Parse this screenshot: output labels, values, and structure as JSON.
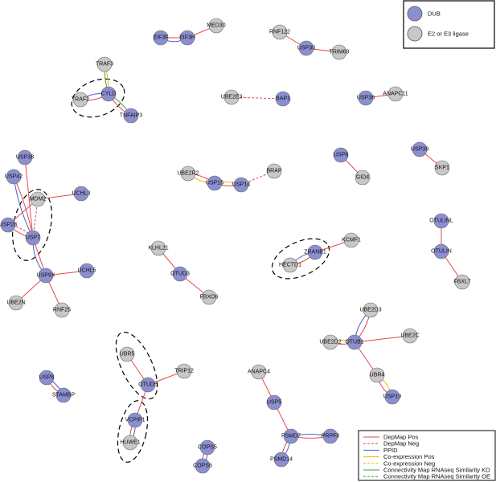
{
  "colors": {
    "dub": "#8b8fd1",
    "e2e3": "#c8c8c8",
    "depmap_pos": "#e24a4a",
    "depmap_neg": "#e24a4a",
    "ppid": "#4a5fc7",
    "coexp_pos": "#f0b400",
    "coexp_neg": "#f0b400",
    "cmap_kd": "#3aa33a",
    "cmap_oe": "#3aa33a"
  },
  "legend_types": {
    "title_dub": "DUB",
    "title_e2e3": "E2 or E3 ligase"
  },
  "legend_edges": [
    {
      "key": "depmap_pos",
      "label": "DepMap Pos",
      "dashed": false
    },
    {
      "key": "depmap_neg",
      "label": "DepMap Neg",
      "dashed": true
    },
    {
      "key": "ppid",
      "label": "PPID",
      "dashed": false
    },
    {
      "key": "coexp_pos",
      "label": "Co-expression Pos",
      "dashed": false
    },
    {
      "key": "coexp_neg",
      "label": "Co-expression Neg",
      "dashed": true
    },
    {
      "key": "cmap_kd",
      "label": "Connectivity Map RNAseq Similarity KD",
      "dashed": false
    },
    {
      "key": "cmap_oe",
      "label": "Connectivity Map RNAseq Similarity OE",
      "dashed": true
    }
  ],
  "nodes": [
    {
      "id": "MED30",
      "type": "e2e3"
    },
    {
      "id": "EIF3F",
      "type": "dub"
    },
    {
      "id": "EIF3H",
      "type": "dub"
    },
    {
      "id": "RNF122",
      "type": "e2e3"
    },
    {
      "id": "USP30",
      "type": "dub"
    },
    {
      "id": "TRIM69",
      "type": "e2e3"
    },
    {
      "id": "TRAF3",
      "type": "e2e3"
    },
    {
      "id": "CYLD",
      "type": "dub"
    },
    {
      "id": "TRAF2",
      "type": "e2e3"
    },
    {
      "id": "TNFAIP3",
      "type": "dub"
    },
    {
      "id": "UBE2E3",
      "type": "e2e3"
    },
    {
      "id": "BAP1",
      "type": "dub"
    },
    {
      "id": "ANAPC11",
      "type": "e2e3"
    },
    {
      "id": "USP36",
      "type": "dub"
    },
    {
      "id": "USP38",
      "type": "dub"
    },
    {
      "id": "USP42",
      "type": "dub"
    },
    {
      "id": "MDM2",
      "type": "e2e3"
    },
    {
      "id": "UCHL3",
      "type": "dub"
    },
    {
      "id": "USP28",
      "type": "dub"
    },
    {
      "id": "USP7",
      "type": "dub"
    },
    {
      "id": "USP9X",
      "type": "dub"
    },
    {
      "id": "UCHL5",
      "type": "dub"
    },
    {
      "id": "UBE2N",
      "type": "e2e3"
    },
    {
      "id": "RNF25",
      "type": "e2e3"
    },
    {
      "id": "USP8",
      "type": "dub"
    },
    {
      "id": "GID4",
      "type": "e2e3"
    },
    {
      "id": "USP39",
      "type": "dub"
    },
    {
      "id": "SKP1",
      "type": "e2e3"
    },
    {
      "id": "UBE2R2",
      "type": "e2e3"
    },
    {
      "id": "USP15",
      "type": "dub"
    },
    {
      "id": "USP14",
      "type": "dub"
    },
    {
      "id": "BRAP",
      "type": "e2e3"
    },
    {
      "id": "KCMF1",
      "type": "e2e3"
    },
    {
      "id": "ZRANB1",
      "type": "dub"
    },
    {
      "id": "HECTD1",
      "type": "e2e3"
    },
    {
      "id": "OTULINL",
      "type": "dub"
    },
    {
      "id": "OTULIN",
      "type": "dub"
    },
    {
      "id": "FBXL7",
      "type": "e2e3"
    },
    {
      "id": "KLHL21",
      "type": "e2e3"
    },
    {
      "id": "OTUD3",
      "type": "dub"
    },
    {
      "id": "FBXO6",
      "type": "e2e3"
    },
    {
      "id": "UBE2D3",
      "type": "e2e3"
    },
    {
      "id": "UBE2D2",
      "type": "e2e3"
    },
    {
      "id": "OTUB1",
      "type": "dub"
    },
    {
      "id": "UBE2C",
      "type": "e2e3"
    },
    {
      "id": "UBR4",
      "type": "e2e3"
    },
    {
      "id": "USP19",
      "type": "dub"
    },
    {
      "id": "UBR5",
      "type": "e2e3"
    },
    {
      "id": "OTUD5",
      "type": "dub"
    },
    {
      "id": "TRIP12",
      "type": "e2e3"
    },
    {
      "id": "USP8b",
      "label": "USP8",
      "type": "dub"
    },
    {
      "id": "STAMBP",
      "type": "dub"
    },
    {
      "id": "ANAPC4",
      "type": "e2e3"
    },
    {
      "id": "USP5",
      "type": "dub"
    },
    {
      "id": "VCPIP1",
      "type": "dub"
    },
    {
      "id": "HUWE1",
      "type": "e2e3"
    },
    {
      "id": "PSMD7",
      "type": "dub"
    },
    {
      "id": "PRPF8",
      "type": "dub"
    },
    {
      "id": "PSMD14",
      "type": "dub"
    },
    {
      "id": "COPS5",
      "type": "dub"
    },
    {
      "id": "COPS6",
      "type": "dub"
    }
  ],
  "edges": [
    {
      "s": "EIF3F",
      "t": "EIF3H",
      "k": "depmap_pos",
      "c": 0
    },
    {
      "s": "EIF3F",
      "t": "EIF3H",
      "k": "ppid",
      "c": 6
    },
    {
      "s": "EIF3H",
      "t": "MED30",
      "k": "depmap_pos",
      "c": 0
    },
    {
      "s": "RNF122",
      "t": "USP30",
      "k": "depmap_pos",
      "c": 0
    },
    {
      "s": "USP30",
      "t": "TRIM69",
      "k": "depmap_pos",
      "c": 0
    },
    {
      "s": "TRAF3",
      "t": "CYLD",
      "k": "cmap_kd",
      "c": 2
    },
    {
      "s": "TRAF3",
      "t": "CYLD",
      "k": "coexp_pos",
      "c": -2
    },
    {
      "s": "TRAF2",
      "t": "CYLD",
      "k": "depmap_pos",
      "c": 4
    },
    {
      "s": "TRAF2",
      "t": "CYLD",
      "k": "ppid",
      "c": -4
    },
    {
      "s": "CYLD",
      "t": "TNFAIP3",
      "k": "depmap_pos",
      "c": 3
    },
    {
      "s": "CYLD",
      "t": "TNFAIP3",
      "k": "cmap_kd",
      "c": -3
    },
    {
      "s": "UBE2E3",
      "t": "BAP1",
      "k": "depmap_neg",
      "c": 0
    },
    {
      "s": "USP36",
      "t": "ANAPC11",
      "k": "depmap_pos",
      "c": 0
    },
    {
      "s": "USP38",
      "t": "USP7",
      "k": "depmap_pos",
      "c": 0
    },
    {
      "s": "USP42",
      "t": "USP7",
      "k": "ppid",
      "c": 4
    },
    {
      "s": "USP42",
      "t": "USP7",
      "k": "depmap_pos",
      "c": -3
    },
    {
      "s": "MDM2",
      "t": "USP7",
      "k": "depmap_neg",
      "c": 0
    },
    {
      "s": "MDM2",
      "t": "UCHL3",
      "k": "depmap_pos",
      "c": 0
    },
    {
      "s": "MDM2",
      "t": "USP28",
      "k": "depmap_pos",
      "c": 0
    },
    {
      "s": "USP28",
      "t": "USP7",
      "k": "depmap_pos",
      "c": 3
    },
    {
      "s": "USP28",
      "t": "USP7",
      "k": "depmap_neg",
      "c": -4
    },
    {
      "s": "USP7",
      "t": "USP9X",
      "k": "depmap_pos",
      "c": 0
    },
    {
      "s": "USP7",
      "t": "USP9X",
      "k": "ppid",
      "c": 6
    },
    {
      "s": "USP9X",
      "t": "UCHL5",
      "k": "depmap_pos",
      "c": 0
    },
    {
      "s": "USP9X",
      "t": "UBE2N",
      "k": "depmap_pos",
      "c": 0
    },
    {
      "s": "USP9X",
      "t": "RNF25",
      "k": "depmap_pos",
      "c": 0
    },
    {
      "s": "USP8",
      "t": "GID4",
      "k": "depmap_pos",
      "c": 0
    },
    {
      "s": "USP39",
      "t": "SKP1",
      "k": "depmap_pos",
      "c": 0
    },
    {
      "s": "UBE2R2",
      "t": "USP15",
      "k": "depmap_pos",
      "c": -3
    },
    {
      "s": "UBE2R2",
      "t": "USP15",
      "k": "coexp_pos",
      "c": 4
    },
    {
      "s": "USP15",
      "t": "USP14",
      "k": "depmap_pos",
      "c": 3
    },
    {
      "s": "USP15",
      "t": "USP14",
      "k": "coexp_pos",
      "c": -3
    },
    {
      "s": "USP14",
      "t": "BRAP",
      "k": "depmap_neg",
      "c": 0
    },
    {
      "s": "HECTD1",
      "t": "ZRANB1",
      "k": "depmap_pos",
      "c": 4
    },
    {
      "s": "HECTD1",
      "t": "ZRANB1",
      "k": "ppid",
      "c": -4
    },
    {
      "s": "ZRANB1",
      "t": "KCMF1",
      "k": "depmap_pos",
      "c": 0
    },
    {
      "s": "OTULINL",
      "t": "OTULIN",
      "k": "depmap_pos",
      "c": 0
    },
    {
      "s": "OTULIN",
      "t": "FBXL7",
      "k": "depmap_pos",
      "c": 0
    },
    {
      "s": "KLHL21",
      "t": "OTUD3",
      "k": "depmap_pos",
      "c": 0
    },
    {
      "s": "OTUD3",
      "t": "FBXO6",
      "k": "depmap_pos",
      "c": 0
    },
    {
      "s": "UBE2D3",
      "t": "OTUB1",
      "k": "ppid",
      "c": 5
    },
    {
      "s": "UBE2D3",
      "t": "OTUB1",
      "k": "depmap_pos",
      "c": -4
    },
    {
      "s": "UBE2D2",
      "t": "OTUB1",
      "k": "depmap_pos",
      "c": 3
    },
    {
      "s": "UBE2D2",
      "t": "OTUB1",
      "k": "coexp_pos",
      "c": -3
    },
    {
      "s": "OTUB1",
      "t": "UBE2C",
      "k": "depmap_pos",
      "c": 0
    },
    {
      "s": "OTUB1",
      "t": "UBR4",
      "k": "depmap_pos",
      "c": 0
    },
    {
      "s": "UBR4",
      "t": "USP19",
      "k": "depmap_pos",
      "c": 4
    },
    {
      "s": "UBR4",
      "t": "USP19",
      "k": "coexp_pos",
      "c": -4
    },
    {
      "s": "UBR5",
      "t": "OTUD5",
      "k": "depmap_pos",
      "c": 0
    },
    {
      "s": "OTUD5",
      "t": "TRIP12",
      "k": "depmap_pos",
      "c": 0
    },
    {
      "s": "OTUD5",
      "t": "VCPIP1",
      "k": "depmap_pos",
      "c": 0
    },
    {
      "s": "VCPIP1",
      "t": "HUWE1",
      "k": "depmap_pos",
      "c": 3
    },
    {
      "s": "VCPIP1",
      "t": "HUWE1",
      "k": "ppid",
      "c": -3
    },
    {
      "s": "USP8b",
      "t": "STAMBP",
      "k": "depmap_pos",
      "c": 3
    },
    {
      "s": "USP8b",
      "t": "STAMBP",
      "k": "ppid",
      "c": -3
    },
    {
      "s": "ANAPC4",
      "t": "USP5",
      "k": "depmap_pos",
      "c": 0
    },
    {
      "s": "USP5",
      "t": "PSMD7",
      "k": "depmap_pos",
      "c": 0
    },
    {
      "s": "PSMD7",
      "t": "PRPF8",
      "k": "depmap_pos",
      "c": 3
    },
    {
      "s": "PSMD7",
      "t": "PRPF8",
      "k": "ppid",
      "c": -3
    },
    {
      "s": "PSMD7",
      "t": "PSMD14",
      "k": "depmap_pos",
      "c": 3
    },
    {
      "s": "PSMD7",
      "t": "PSMD14",
      "k": "ppid",
      "c": -3
    },
    {
      "s": "COPS5",
      "t": "COPS6",
      "k": "depmap_pos",
      "c": 3
    },
    {
      "s": "COPS5",
      "t": "COPS6",
      "k": "ppid",
      "c": -3
    }
  ]
}
